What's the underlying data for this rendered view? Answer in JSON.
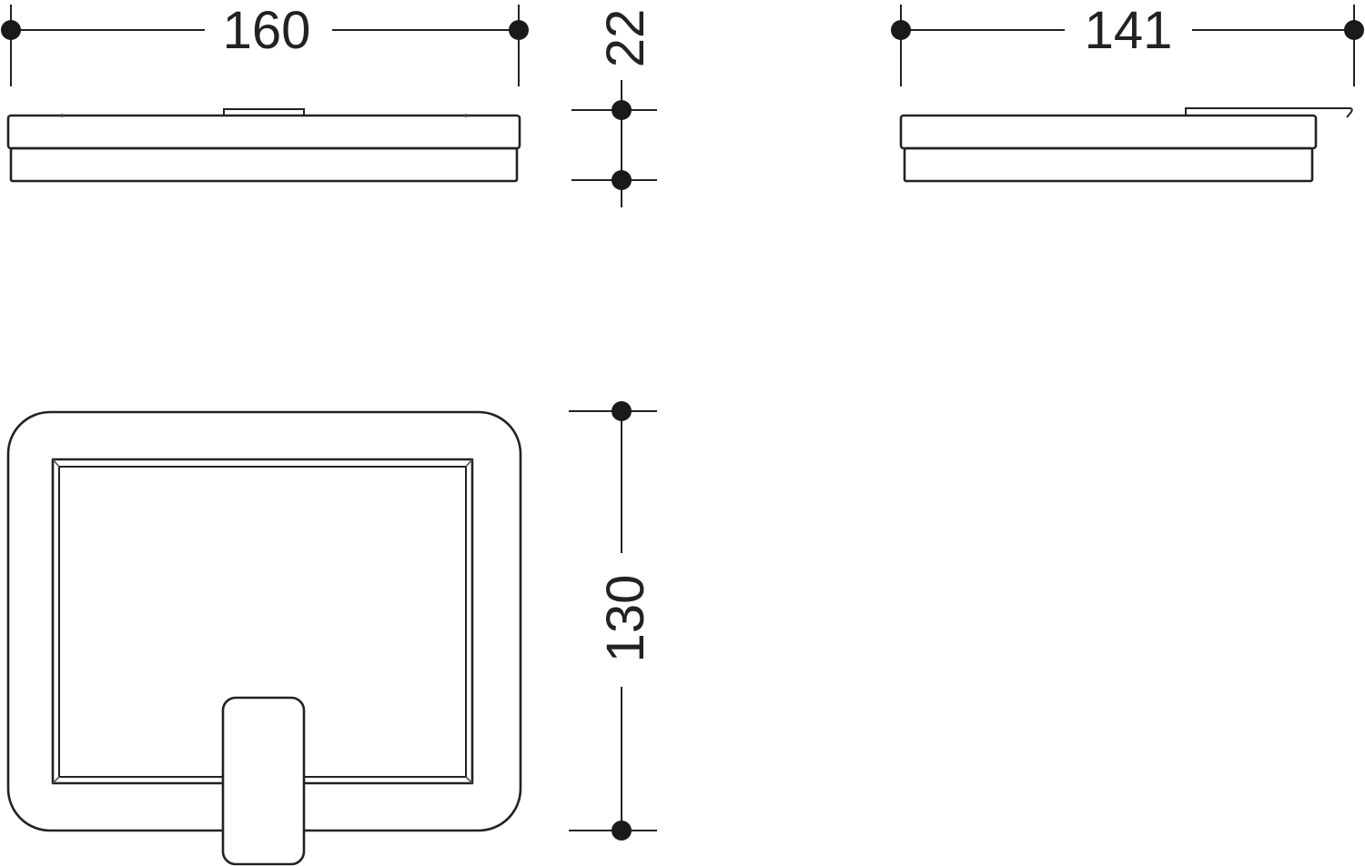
{
  "dimensions": {
    "top_width": "160",
    "height": "22",
    "side_width": "141",
    "depth": "130"
  },
  "colors": {
    "line": "#222222",
    "background": "#ffffff"
  }
}
